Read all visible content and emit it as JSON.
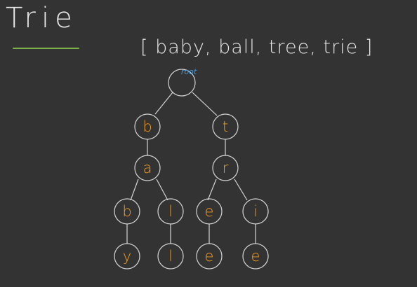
{
  "title": "Trie",
  "word_list": "[ baby, ball, tree, trie ]",
  "root_label": "root",
  "colors": {
    "background": "#333333",
    "chalk": "#d6d6d6",
    "accent_underline": "#7bb24a",
    "letter": "#f39c1f",
    "root_label": "#3f9be0"
  },
  "nodes": {
    "root": "",
    "b": "b",
    "t": "t",
    "a": "a",
    "r": "r",
    "b2": "b",
    "l": "l",
    "e": "e",
    "i": "i",
    "y": "y",
    "l2": "l",
    "e2": "e",
    "e3": "e"
  }
}
